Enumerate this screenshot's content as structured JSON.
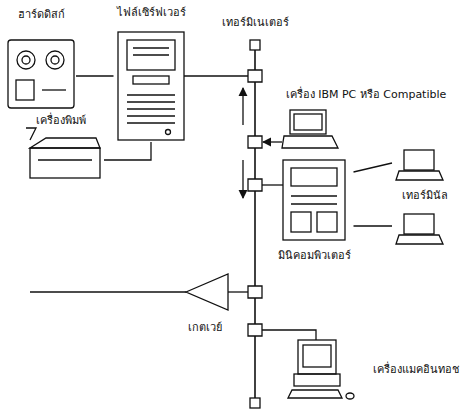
{
  "diagram": {
    "nodes": [
      {
        "text": [
          "ไฟล์เซิร์ฟเวอร์"
        ]
      },
      {
        "text": [
          "ฮาร์ดดิสก์"
        ]
      },
      {
        "text": [
          "เทอร์มิเนเตอร์"
        ]
      },
      {
        "text": [
          "เครื่อง IBM PC หรือ Compatible"
        ]
      },
      {
        "text": [
          "เครื่องพิมพ์"
        ]
      },
      {
        "text": [
          "เทอร์มินัล"
        ]
      },
      {
        "text": [
          "มินิคอมพิวเตอร์"
        ]
      },
      {
        "text": [
          "เกตเวย์"
        ]
      },
      {
        "text": [
          "เครื่องแมคอินทอช"
        ]
      }
    ],
    "edges": [
      {
        "from": 1,
        "to": 0,
        "arrow": "none"
      },
      {
        "from": 4,
        "to": 0,
        "arrow": "none"
      },
      {
        "from": 6,
        "to": 5,
        "arrow": "none"
      }
    ]
  }
}
